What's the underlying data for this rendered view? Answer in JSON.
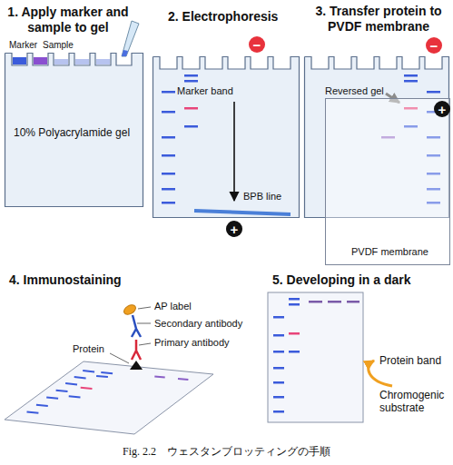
{
  "diagram": {
    "caption": "Fig. 2.2　ウェスタンブロッティングの手順",
    "nodes": [
      {
        "text": [
          "10% Polyacrylamide gel"
        ]
      },
      {
        "text": [
          "−"
        ]
      },
      {
        "text": [
          "Marker band",
          "BPB line"
        ]
      },
      {
        "text": [
          "+"
        ]
      },
      {
        "text": [
          "−"
        ]
      },
      {
        "text": [
          "Reversed gel"
        ]
      },
      {
        "text": [
          "PVDF membrane"
        ]
      },
      {
        "text": [
          "+"
        ]
      }
    ],
    "labels": [
      "1. Apply marker and sample to gel",
      "Marker",
      "Sample",
      "2. Electrophoresis",
      "3. Transfer protein to PVDF membrane",
      "4. Immunostaining",
      "AP label",
      "Secondary antibody",
      "Primary antibody",
      "Protein",
      "5. Developing in a dark",
      "Protein band",
      "Chromogenic substrate"
    ]
  }
}
